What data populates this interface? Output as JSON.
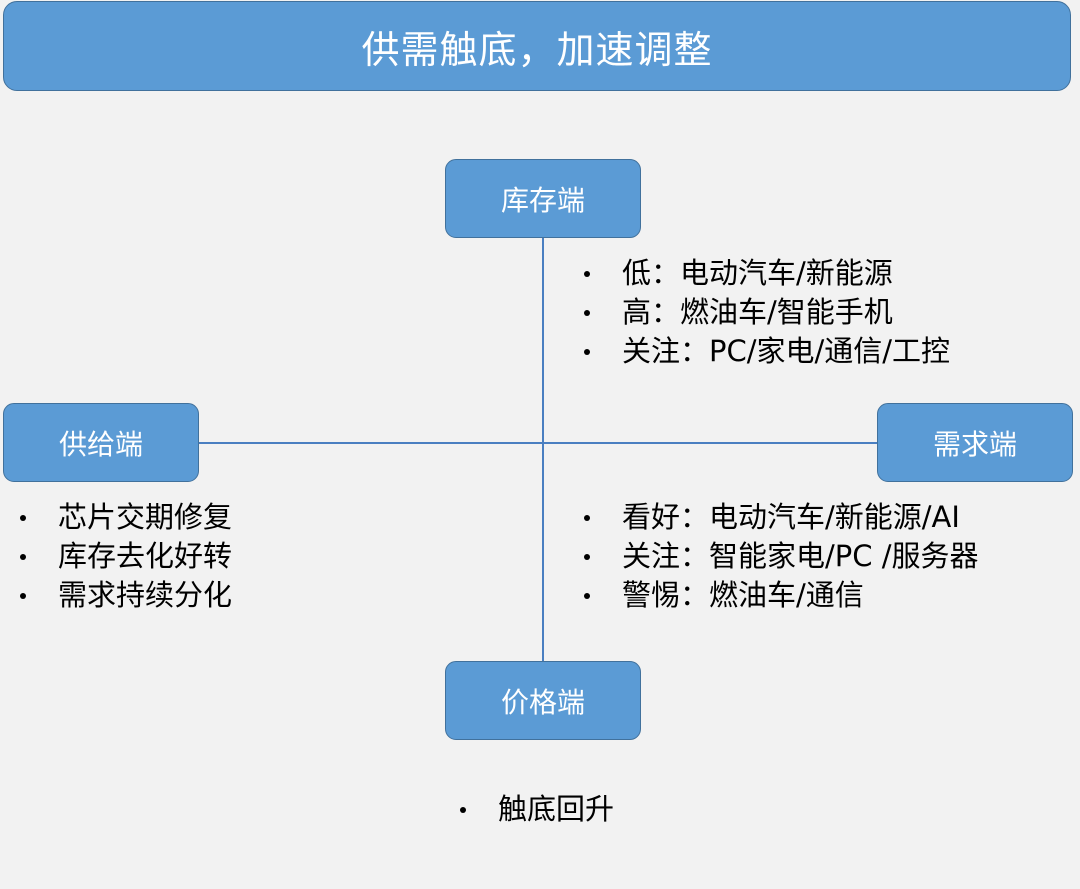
{
  "title": "供需触底，加速调整",
  "nodes": {
    "inventory": {
      "label": "库存端",
      "items": [
        "低：电动汽车/新能源",
        "高：燃油车/智能手机",
        "关注：PC/家电/通信/工控"
      ]
    },
    "supply": {
      "label": "供给端",
      "items": [
        "芯片交期修复",
        "库存去化好转",
        "需求持续分化"
      ]
    },
    "demand": {
      "label": "需求端",
      "items": [
        "看好：电动汽车/新能源/AI",
        "关注：智能家电/PC /服务器",
        "警惕：燃油车/通信"
      ]
    },
    "price": {
      "label": "价格端",
      "items": [
        "触底回升"
      ]
    }
  },
  "colors": {
    "node_fill": "#5b9bd5",
    "node_border": "#41719c",
    "connector": "#4a7fc1",
    "background": "#f2f2f2"
  }
}
